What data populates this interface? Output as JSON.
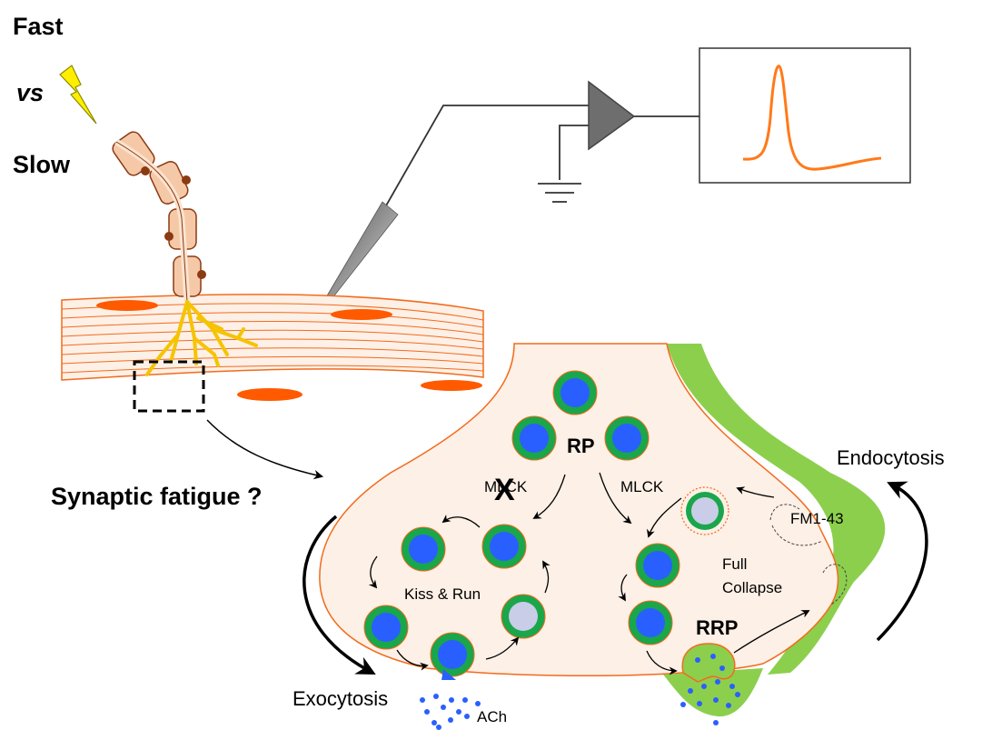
{
  "title_lines": {
    "fast": "Fast",
    "vs": "vs",
    "slow": "Slow"
  },
  "labels": {
    "synaptic_fatigue": "Synaptic fatigue ?",
    "endocytosis": "Endocytosis",
    "exocytosis": "Exocytosis",
    "ach": "ACh",
    "rp": "RP",
    "rrp": "RRP",
    "mlck_left": "MLCK",
    "mlck_right": "MLCK",
    "blocked_mark": "X",
    "kiss_and_run": "Kiss & Run",
    "full_collapse_line1": "Full",
    "full_collapse_line2": "Collapse",
    "fm1_43": "FM1-43"
  },
  "colors": {
    "terminal_fill": "#fdf0e6",
    "outline_orange": "#f26b1d",
    "nucleus_orange": "#ff5a00",
    "axon_yellow": "#f5c400",
    "glia_green": "#8ccf4d",
    "vesicle_ring": "#1aa64a",
    "vesicle_core": "#2a5fff",
    "empty_vesicle_core": "#c9cde8",
    "ach_dots": "#2a5fff",
    "amplifier_grey": "#6e6e6e",
    "trace_orange": "#ff7a1a",
    "lightning_yellow": "#ffee00"
  },
  "icons": {
    "stimulus": "lightning-bolt-icon",
    "amplifier": "amplifier-triangle-icon",
    "ground": "ground-symbol-icon",
    "electrode": "microelectrode-icon"
  }
}
